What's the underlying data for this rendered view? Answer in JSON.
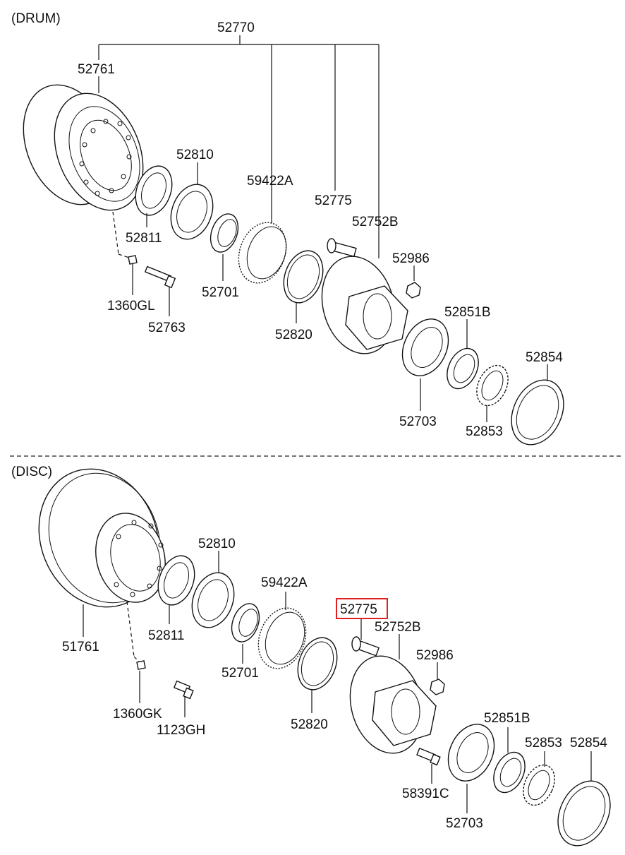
{
  "sections": {
    "drum": {
      "title": "(DRUM)",
      "labels": {
        "l52770": "52770",
        "l52761": "52761",
        "l52810": "52810",
        "l59422A": "59422A",
        "l52775": "52775",
        "l52752B": "52752B",
        "l52986": "52986",
        "l52811": "52811",
        "l1360GL": "1360GL",
        "l52763": "52763",
        "l52701": "52701",
        "l52820": "52820",
        "l52851B": "52851B",
        "l52854": "52854",
        "l52703": "52703",
        "l52853": "52853"
      }
    },
    "disc": {
      "title": "(DISC)",
      "labels": {
        "l51761": "51761",
        "l52810": "52810",
        "l59422A": "59422A",
        "l52775": "52775",
        "l52752B": "52752B",
        "l52986": "52986",
        "l52811": "52811",
        "l1360GK": "1360GK",
        "l1123GH": "1123GH",
        "l52701": "52701",
        "l52820": "52820",
        "l52851B": "52851B",
        "l52853": "52853",
        "l52854": "52854",
        "l58391C": "58391C",
        "l52703": "52703"
      }
    }
  },
  "highlight": {
    "label": "52775",
    "color": "#e02020"
  }
}
